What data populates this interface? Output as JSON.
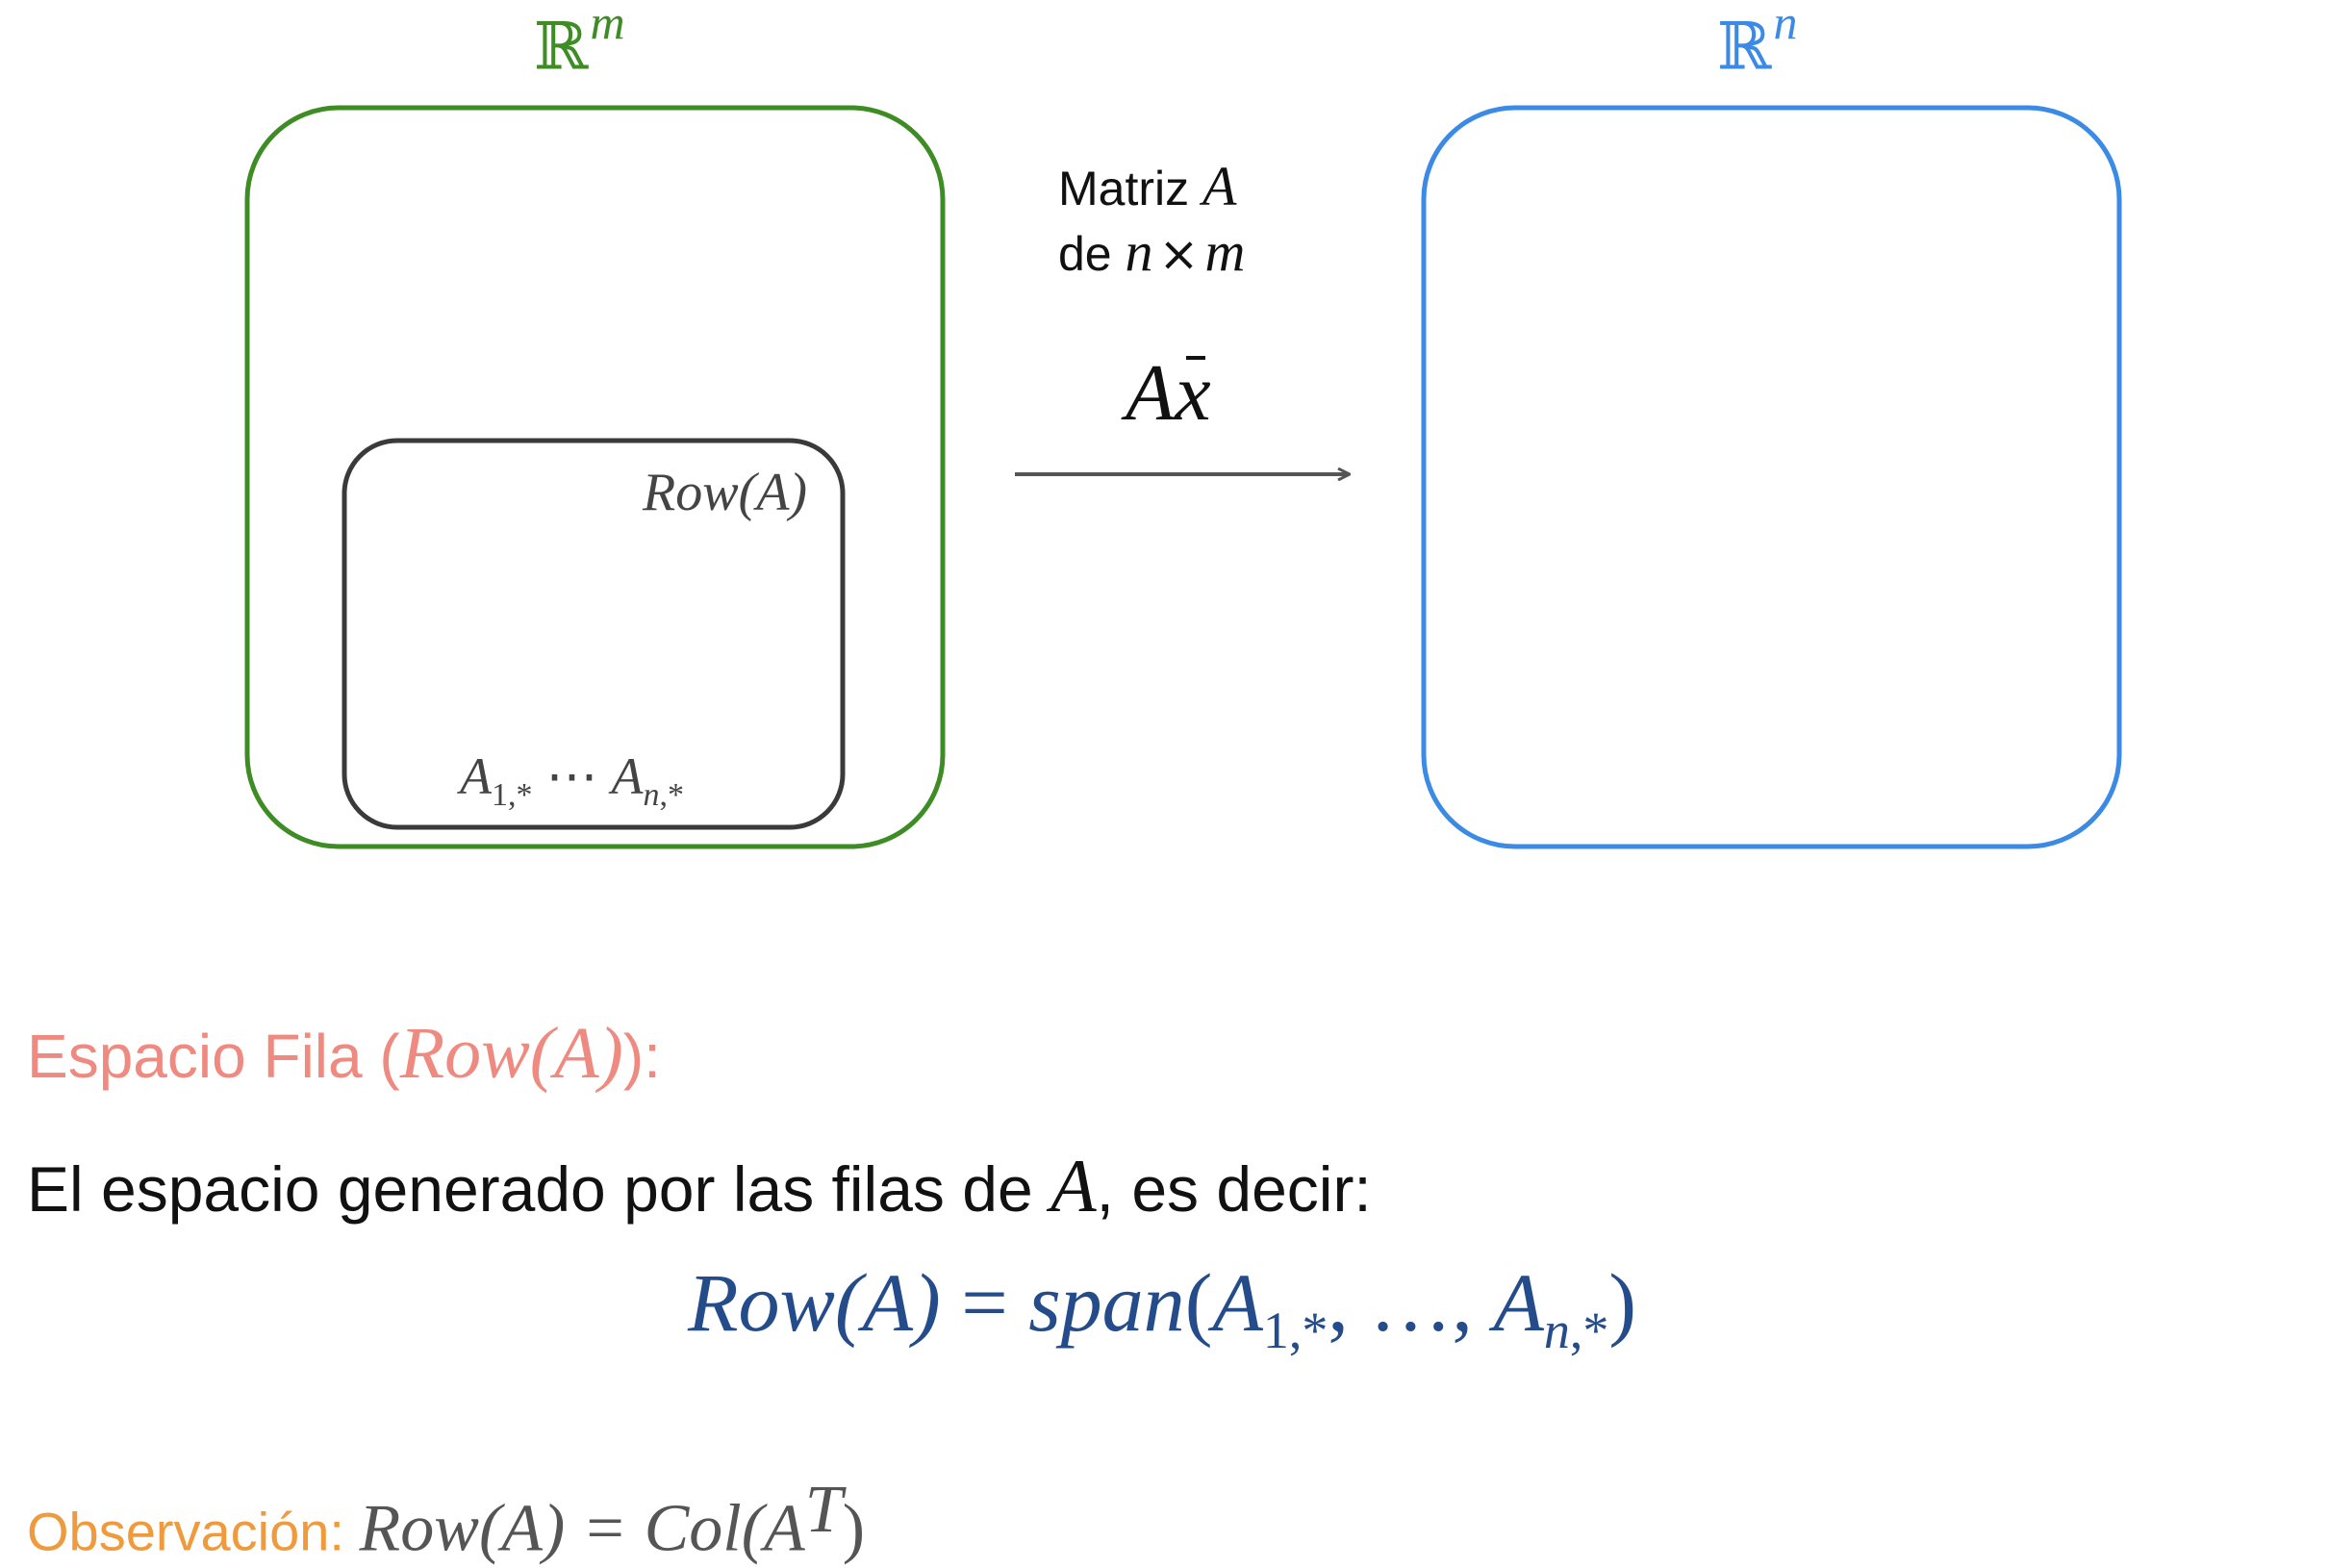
{
  "colors": {
    "domain_box": "#3e8c24",
    "codomain_box": "#3b8ae6",
    "row_box": "#3a3a3a",
    "arrow": "#555555",
    "title": "#ee8a80",
    "formula": "#244b8a",
    "observation": "#ef9b3d"
  },
  "diagram": {
    "domain_label": {
      "base": "ℝ",
      "exponent": "m"
    },
    "codomain_label": {
      "base": "ℝ",
      "exponent": "n"
    },
    "matrix": {
      "line1_text": "Matriz",
      "line1_symbol": "A",
      "line2_text": "de",
      "line2_n": "n",
      "line2_times": "×",
      "line2_m": "m"
    },
    "arrow_label": {
      "matrix": "A",
      "vector": "x"
    },
    "row_box": {
      "label": "Row(A)",
      "first_vector": "A",
      "first_index": "1,*",
      "dots": "⋯",
      "last_vector": "A",
      "last_index_n": "n",
      "last_index_rest": ",*"
    }
  },
  "definition": {
    "title_prefix": "Espacio Fila (",
    "title_math": "Row(A)",
    "title_suffix": "):",
    "sentence_start": "El espacio generado por las filas de ",
    "sentence_symbol": "A",
    "sentence_end": ", es decir:"
  },
  "formula": {
    "lhs": "Row(A)",
    "equals": " = ",
    "func": "span",
    "open": "(",
    "a1": "A",
    "a1_index": "1,*",
    "middle": ", …, ",
    "an": "A",
    "an_index_n": "n",
    "an_index_rest": ",*",
    "close": ")"
  },
  "observation": {
    "prefix": "Observación: ",
    "lhs": "Row(A) = Col(A",
    "superscript": "T",
    "close": ")"
  }
}
